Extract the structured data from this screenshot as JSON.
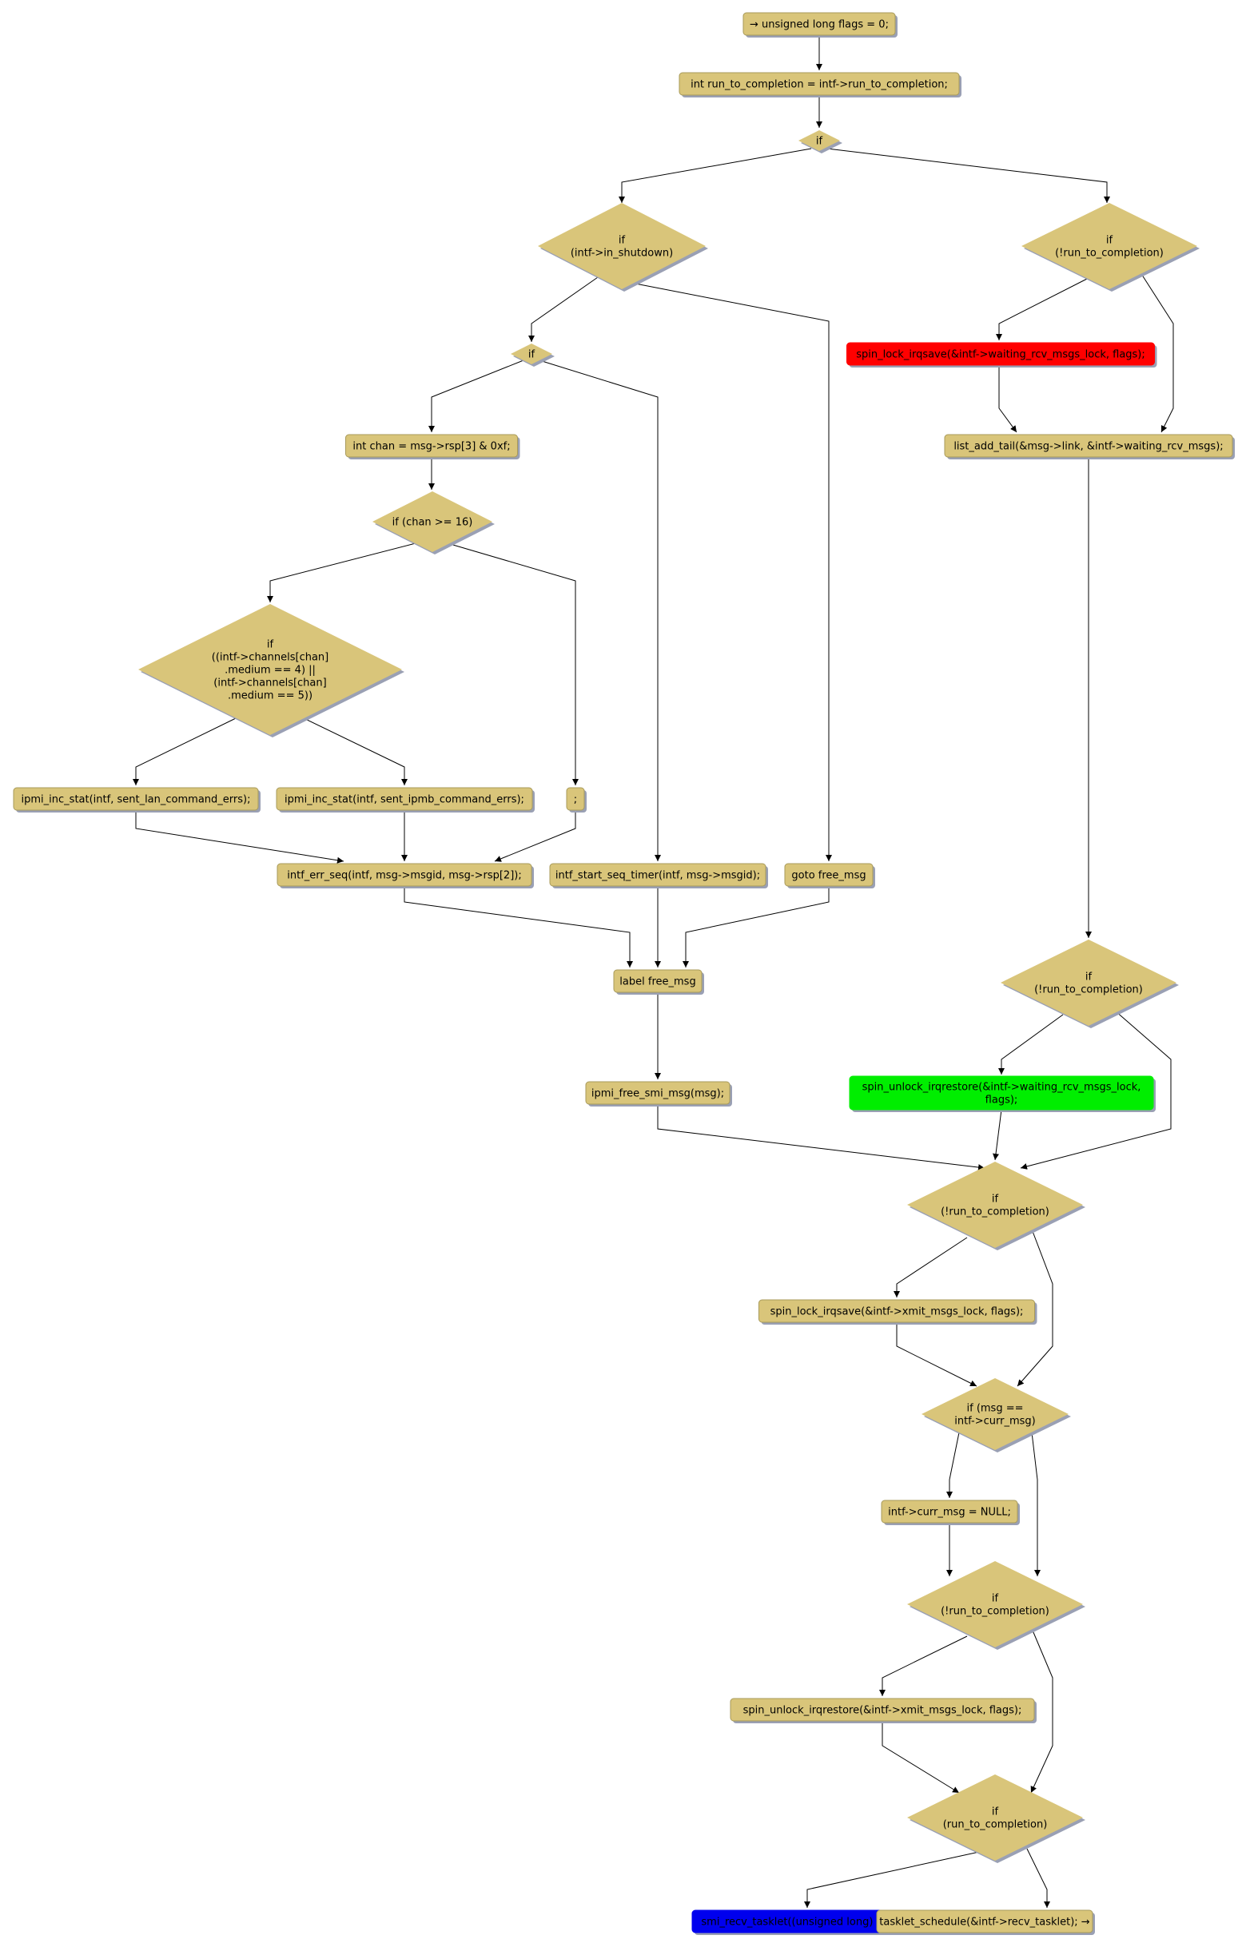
{
  "diagram_title": "",
  "colors": {
    "node_fill": "#d9c57a",
    "node_border": "#a89a5a",
    "node_shadow": "#9aa0b4",
    "edge": "#000000",
    "red": "#ff0000",
    "green": "#00ee00",
    "blue": "#0000ee"
  },
  "nodes": [
    {
      "id": "n1",
      "shape": "box",
      "lines": [
        "→ unsigned long flags = 0;"
      ]
    },
    {
      "id": "n2",
      "shape": "box",
      "lines": [
        "int run_to_completion = intf->run_to_completion;"
      ]
    },
    {
      "id": "n3",
      "shape": "diamond",
      "lines": [
        "if"
      ]
    },
    {
      "id": "n4",
      "shape": "diamond",
      "lines": [
        "if",
        "(intf->in_shutdown)"
      ]
    },
    {
      "id": "n5",
      "shape": "diamond",
      "lines": [
        "if",
        "(!run_to_completion)"
      ]
    },
    {
      "id": "n6",
      "shape": "diamond",
      "lines": [
        "if"
      ]
    },
    {
      "id": "n7",
      "shape": "box",
      "color": "red",
      "lines": [
        "spin_lock_irqsave(&intf->waiting_rcv_msgs_lock, flags);"
      ]
    },
    {
      "id": "n8",
      "shape": "box",
      "lines": [
        "int chan = msg->rsp[3] & 0xf;"
      ]
    },
    {
      "id": "n9",
      "shape": "box",
      "lines": [
        "list_add_tail(&msg->link, &intf->waiting_rcv_msgs);"
      ]
    },
    {
      "id": "n10",
      "shape": "diamond",
      "lines": [
        "if (chan >= 16)"
      ]
    },
    {
      "id": "n11",
      "shape": "diamond",
      "lines": [
        "if",
        "((intf->channels[chan]",
        ".medium == 4) ||",
        "(intf->channels[chan]",
        ".medium == 5))"
      ]
    },
    {
      "id": "n12",
      "shape": "box",
      "lines": [
        "ipmi_inc_stat(intf, sent_lan_command_errs);"
      ]
    },
    {
      "id": "n13",
      "shape": "box",
      "lines": [
        "ipmi_inc_stat(intf, sent_ipmb_command_errs);"
      ]
    },
    {
      "id": "n14",
      "shape": "box",
      "lines": [
        ";"
      ]
    },
    {
      "id": "n15",
      "shape": "box",
      "lines": [
        "intf_err_seq(intf, msg->msgid, msg->rsp[2]);"
      ]
    },
    {
      "id": "n16",
      "shape": "box",
      "lines": [
        "intf_start_seq_timer(intf, msg->msgid);"
      ]
    },
    {
      "id": "n17",
      "shape": "box",
      "lines": [
        "goto free_msg"
      ]
    },
    {
      "id": "n18",
      "shape": "box",
      "lines": [
        "label free_msg"
      ]
    },
    {
      "id": "n19",
      "shape": "diamond",
      "lines": [
        "if",
        "(!run_to_completion)"
      ]
    },
    {
      "id": "n20",
      "shape": "box",
      "lines": [
        "ipmi_free_smi_msg(msg);"
      ]
    },
    {
      "id": "n21",
      "shape": "box",
      "color": "green",
      "lines": [
        "spin_unlock_irqrestore(&intf->waiting_rcv_msgs_lock,",
        "flags);"
      ]
    },
    {
      "id": "n22",
      "shape": "diamond",
      "lines": [
        "if",
        "(!run_to_completion)"
      ]
    },
    {
      "id": "n23",
      "shape": "box",
      "lines": [
        "spin_lock_irqsave(&intf->xmit_msgs_lock, flags);"
      ]
    },
    {
      "id": "n24",
      "shape": "diamond",
      "lines": [
        "if (msg ==",
        "intf->curr_msg)"
      ]
    },
    {
      "id": "n25",
      "shape": "box",
      "lines": [
        "intf->curr_msg = NULL;"
      ]
    },
    {
      "id": "n26",
      "shape": "diamond",
      "lines": [
        "if",
        "(!run_to_completion)"
      ]
    },
    {
      "id": "n27",
      "shape": "box",
      "lines": [
        "spin_unlock_irqrestore(&intf->xmit_msgs_lock, flags);"
      ]
    },
    {
      "id": "n28",
      "shape": "diamond",
      "lines": [
        "if",
        "(run_to_completion)"
      ]
    },
    {
      "id": "n29",
      "shape": "box",
      "color": "blue",
      "lines": [
        "smi_recv_tasklet((unsigned long) intf); →"
      ]
    },
    {
      "id": "n30",
      "shape": "box",
      "lines": [
        "tasklet_schedule(&intf->recv_tasklet); →"
      ]
    }
  ],
  "edges": [
    [
      "n1",
      "n2"
    ],
    [
      "n2",
      "n3"
    ],
    [
      "n3",
      "n4"
    ],
    [
      "n3",
      "n5"
    ],
    [
      "n4",
      "n6"
    ],
    [
      "n4",
      "n17"
    ],
    [
      "n5",
      "n7"
    ],
    [
      "n5",
      "n9"
    ],
    [
      "n7",
      "n9"
    ],
    [
      "n6",
      "n8"
    ],
    [
      "n6",
      "n16"
    ],
    [
      "n8",
      "n10"
    ],
    [
      "n10",
      "n11"
    ],
    [
      "n10",
      "n14"
    ],
    [
      "n11",
      "n12"
    ],
    [
      "n11",
      "n13"
    ],
    [
      "n12",
      "n15"
    ],
    [
      "n13",
      "n15"
    ],
    [
      "n14",
      "n15"
    ],
    [
      "n15",
      "n18"
    ],
    [
      "n16",
      "n18"
    ],
    [
      "n17",
      "n18"
    ],
    [
      "n18",
      "n20"
    ],
    [
      "n9",
      "n19"
    ],
    [
      "n19",
      "n21"
    ],
    [
      "n19",
      "n22"
    ],
    [
      "n21",
      "n22"
    ],
    [
      "n20",
      "n22"
    ],
    [
      "n22",
      "n23"
    ],
    [
      "n22",
      "n24"
    ],
    [
      "n23",
      "n24"
    ],
    [
      "n24",
      "n25"
    ],
    [
      "n24",
      "n26"
    ],
    [
      "n25",
      "n26"
    ],
    [
      "n26",
      "n27"
    ],
    [
      "n26",
      "n28"
    ],
    [
      "n27",
      "n28"
    ],
    [
      "n28",
      "n29"
    ],
    [
      "n28",
      "n30"
    ]
  ]
}
